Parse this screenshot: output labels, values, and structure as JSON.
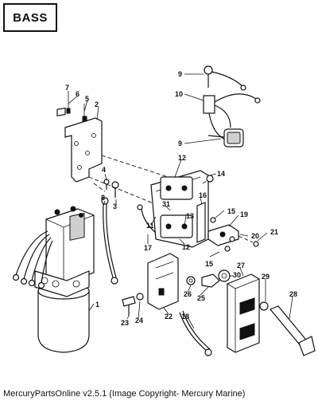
{
  "title": "BASS",
  "footer": "MercuryPartsOnline v2.5.1 (Image Copyright- Mercury Marine)",
  "callouts": [
    "1",
    "2",
    "3",
    "4",
    "5",
    "6",
    "7",
    "8",
    "9",
    "10",
    "9",
    "11",
    "12",
    "12",
    "13",
    "14",
    "15",
    "15",
    "16",
    "17",
    "18",
    "19",
    "20",
    "21",
    "22",
    "23",
    "24",
    "25",
    "26",
    "27",
    "28",
    "29",
    "30",
    "31"
  ]
}
